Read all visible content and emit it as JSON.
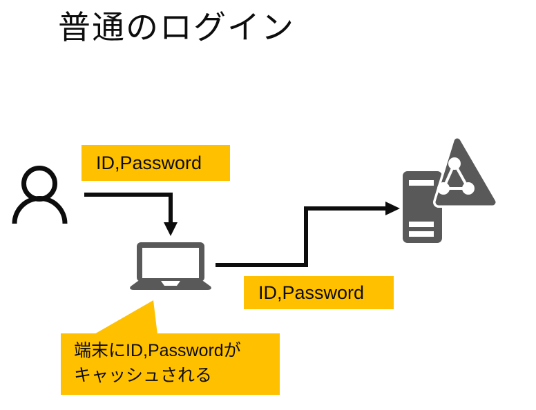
{
  "slide": {
    "title": "普通のログイン"
  },
  "colors": {
    "highlight": "#FFC000",
    "icon_gray": "#595959",
    "ink": "#0d0d0d"
  },
  "diagram": {
    "nodes": [
      {
        "id": "user",
        "icon": "person-icon"
      },
      {
        "id": "client-pc",
        "icon": "laptop-icon"
      },
      {
        "id": "server",
        "icon": "server-network-icon"
      }
    ],
    "edges": [
      {
        "from": "user",
        "to": "client-pc",
        "label": "ID,Password"
      },
      {
        "from": "client-pc",
        "to": "server",
        "label": "ID,Password"
      }
    ],
    "callout": {
      "target": "client-pc",
      "line1": "端末にID,Passwordが",
      "line2": "キャッシュされる"
    }
  }
}
